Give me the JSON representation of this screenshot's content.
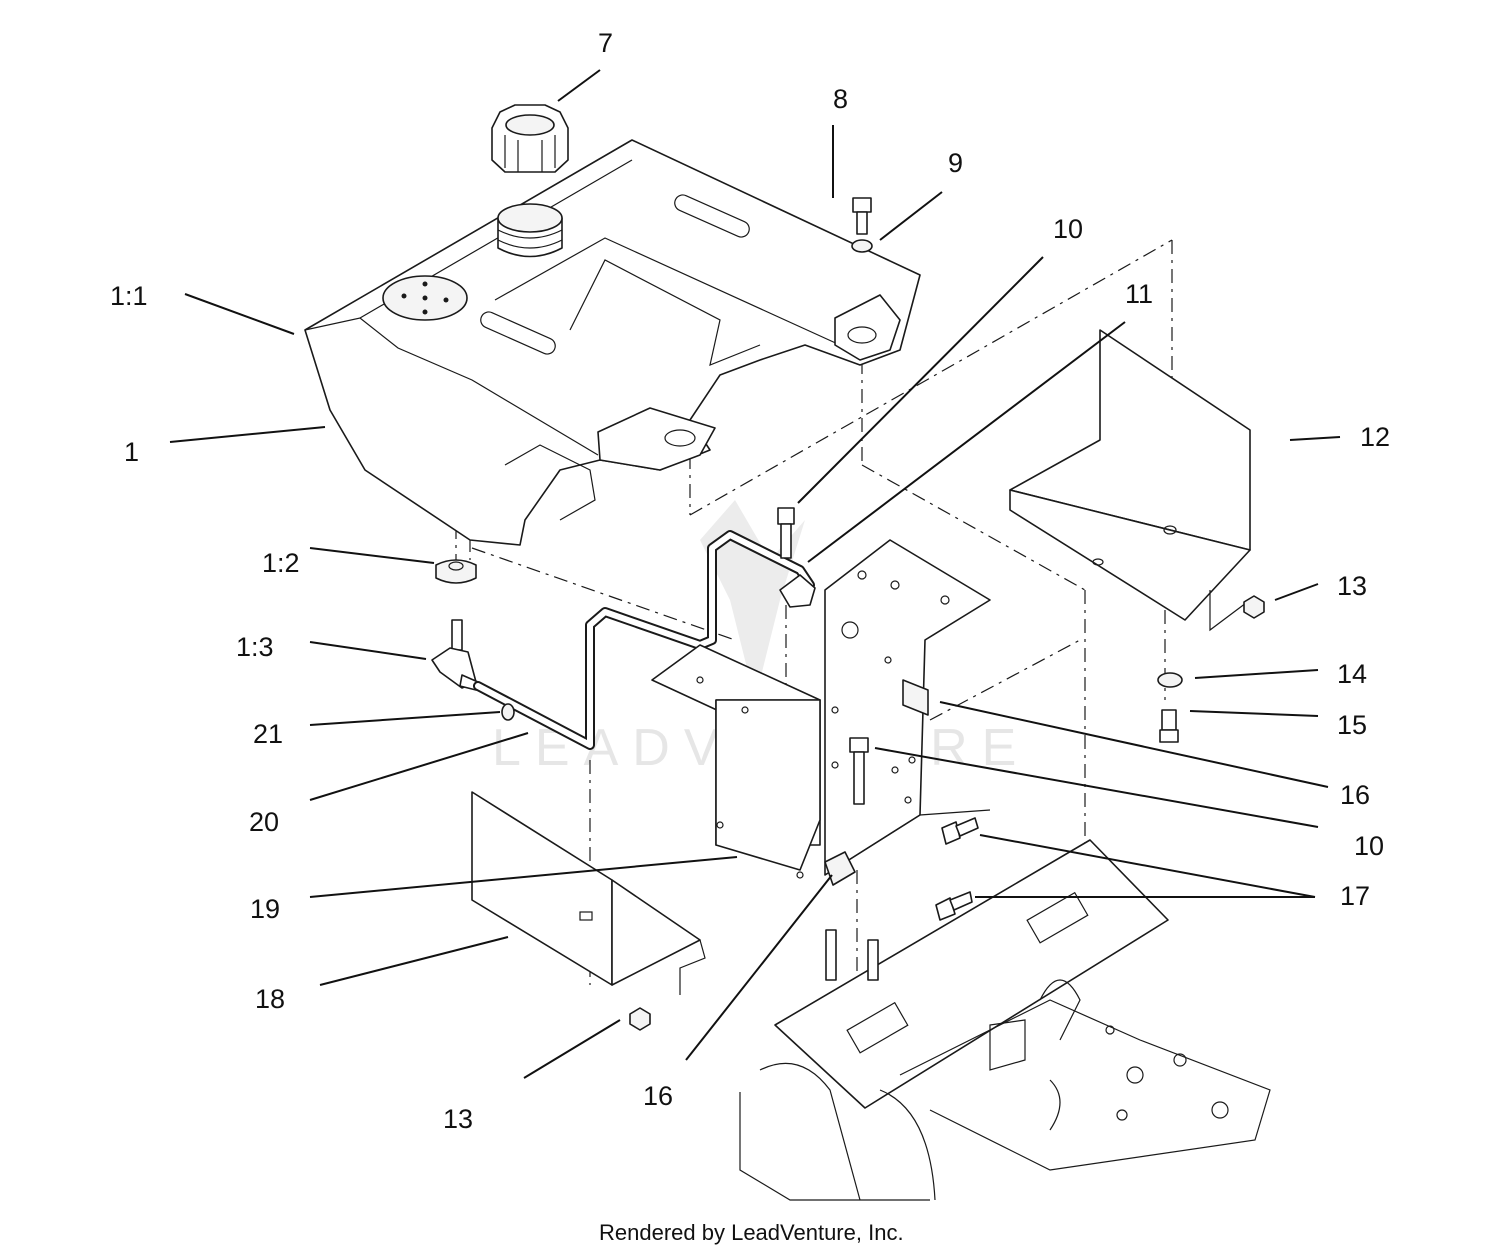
{
  "diagram": {
    "callouts": [
      "7",
      "8",
      "9",
      "10",
      "11",
      "1:1",
      "12",
      "1",
      "1:2",
      "13",
      "1:3",
      "14",
      "15",
      "21",
      "16",
      "20",
      "10",
      "17",
      "19",
      "18",
      "16",
      "13"
    ],
    "credit": "Rendered by LeadVenture, Inc.",
    "watermark": "LEADVENTURE"
  },
  "colors": {
    "ink": "#111111",
    "paper": "#ffffff",
    "watermark": "#e6e6e6"
  }
}
